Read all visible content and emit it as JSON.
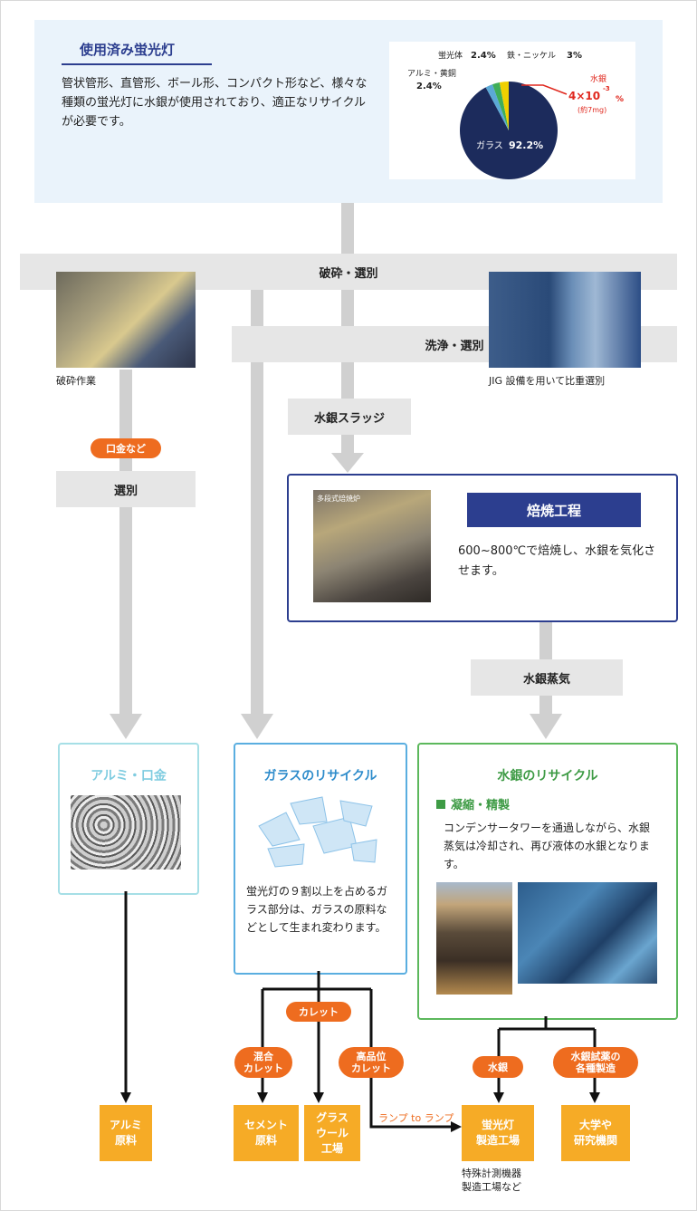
{
  "top": {
    "title": "使用済み蛍光灯",
    "desc": "管状管形、直管形、ボール形、コンパクト形など、様々な種類の蛍光灯に水銀が使用されており、適正なリサイクルが必要です。"
  },
  "chart_data": {
    "type": "pie",
    "slices": [
      {
        "name": "ガラス",
        "value": 92.2,
        "value_label": "92.2%",
        "color": "#1c2b5c"
      },
      {
        "name": "アルミ・黄銅",
        "value": 2.4,
        "value_label": "2.4%",
        "color": "#5ba9d6"
      },
      {
        "name": "蛍光体",
        "value": 2.4,
        "value_label": "2.4%",
        "color": "#3fae5a"
      },
      {
        "name": "鉄・ニッケル",
        "value": 3,
        "value_label": "3%",
        "color": "#f0d000"
      }
    ],
    "mercury": {
      "name": "水銀",
      "value_label": "4×10",
      "exponent": "-3",
      "unit": "%",
      "note": "(約7mg)",
      "color": "#e0281e"
    }
  },
  "steps": {
    "crush": "破砕・選別",
    "wash": "洗浄・選別",
    "sludge": "水銀スラッジ",
    "sort": "選別",
    "vapor": "水銀蒸気",
    "kuchigane_tag": "口金など"
  },
  "photos": {
    "crush_caption": "破砕作業",
    "jig_caption": "JIG 設備を用いて比重選別",
    "furnace_label": "多段式焙焼炉"
  },
  "roast": {
    "title": "焙焼工程",
    "text": "600~800℃で焙焼し、水銀を気化させます。"
  },
  "panels": {
    "alu": {
      "title": "アルミ・口金"
    },
    "glass": {
      "title": "ガラスのリサイクル",
      "text": "蛍光灯の９割以上を占めるガラス部分は、ガラスの原料などとして生まれ変わります。"
    },
    "mercury": {
      "title": "水銀のリサイクル",
      "subtitle": "凝縮・精製",
      "text": "コンデンサータワーを通過しながら、水銀蒸気は冷却され、再び液体の水銀となります。"
    }
  },
  "tags": {
    "cullet": "カレット",
    "mixed_cullet": "混合\nカレット",
    "hq_cullet": "高品位\nカレット",
    "mercury": "水銀",
    "reagents": "水銀試薬の\n各種製造",
    "lamp_to_lamp": "ランプ to ランプ"
  },
  "outputs": {
    "alu": "アルミ\n原料",
    "cement": "セメント\n原料",
    "glasswool": "グラス\nウール\n工場",
    "lamp_factory": "蛍光灯\n製造工場",
    "lamp_factory_note": "特殊計測機器\n製造工場など",
    "univ": "大学や\n研究機関"
  }
}
